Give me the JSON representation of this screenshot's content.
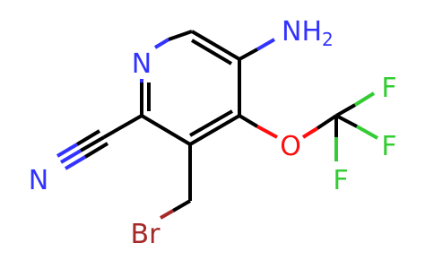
{
  "molecule": {
    "atoms": {
      "ring_n": "N",
      "amino": "NH",
      "amino_subscript": "2",
      "nitrile_n": "N",
      "oxygen": "O",
      "f1": "F",
      "f2": "F",
      "f3": "F",
      "bromine": "Br"
    },
    "colors": {
      "bond": "#000000",
      "nitrogen": "#3333ff",
      "oxygen": "#ff0d0d",
      "fluorine": "#33cc33",
      "bromine": "#a62929"
    }
  }
}
